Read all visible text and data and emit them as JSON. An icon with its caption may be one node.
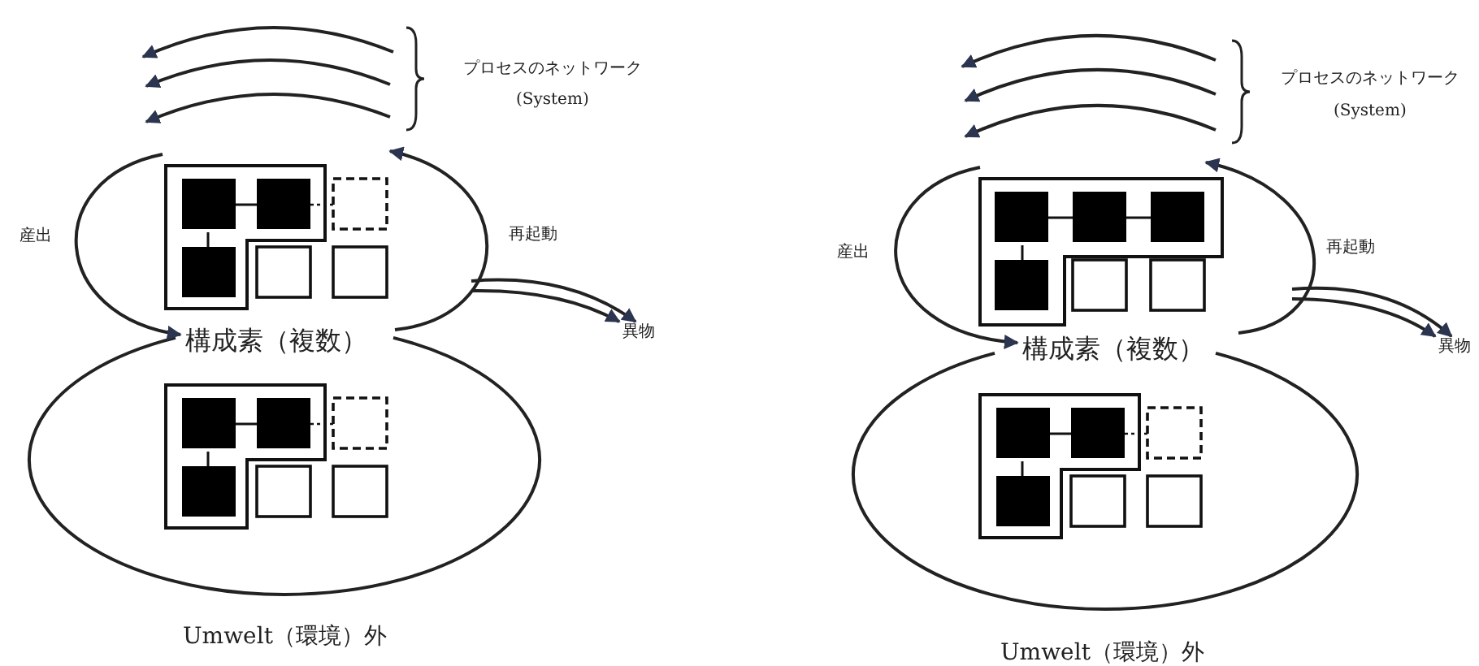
{
  "diagram": {
    "nodes": [
      {
        "text": [
          "構成素（複数）"
        ]
      },
      {
        "text": [
          "異物"
        ]
      },
      {
        "text": [
          "構成素（複数）"
        ]
      },
      {
        "text": [
          "異物"
        ]
      }
    ],
    "edges": [
      {
        "from": null,
        "to": 0,
        "arrow": "to",
        "label": "産出"
      },
      {
        "from": null,
        "to": 1,
        "arrow": "to"
      },
      {
        "from": null,
        "to": 1,
        "arrow": "to"
      },
      {
        "from": null,
        "to": 2,
        "arrow": "to",
        "label": "産出"
      },
      {
        "from": null,
        "to": 3,
        "arrow": "to"
      },
      {
        "from": null,
        "to": 3,
        "arrow": "to"
      }
    ],
    "labels": [
      "プロセスのネットワーク",
      "(System)",
      "再起動",
      "Umwelt（環境）外",
      "プロセスのネットワーク",
      "(System)",
      "再起動",
      "Umwelt（環境）外"
    ]
  }
}
